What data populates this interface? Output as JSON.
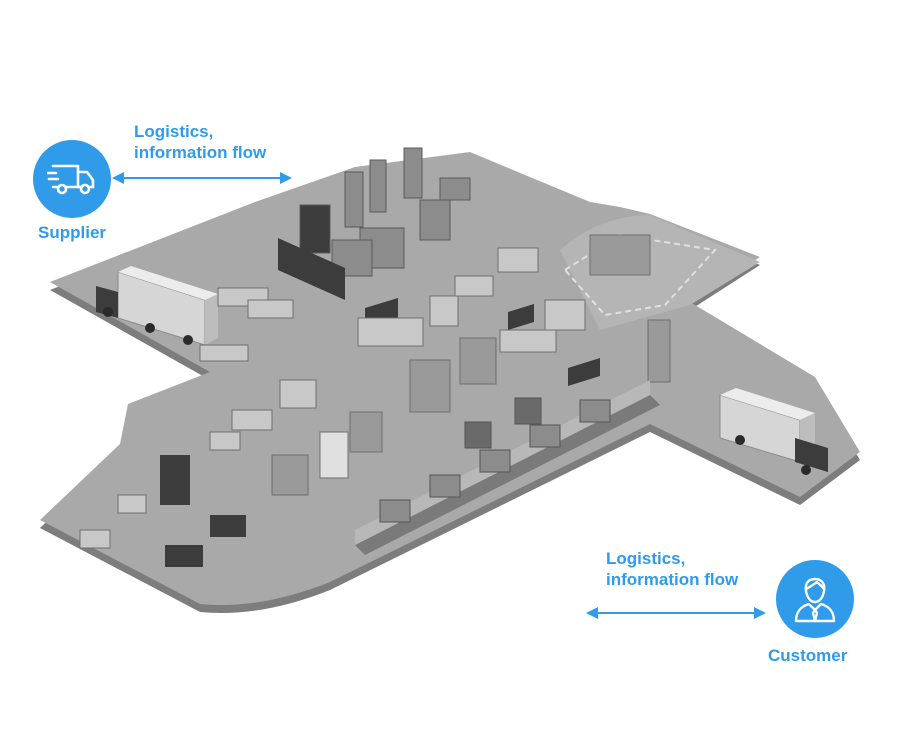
{
  "supplier": {
    "flow_line1": "Logistics,",
    "flow_line2": "information flow",
    "name": "Supplier",
    "icon": "truck-icon"
  },
  "customer": {
    "flow_line1": "Logistics,",
    "flow_line2": "information flow",
    "name": "Customer",
    "icon": "person-icon"
  },
  "colors": {
    "accent": "#2f9be9",
    "floor": "#a9a9a9",
    "machine_dark": "#3c3c3c"
  }
}
